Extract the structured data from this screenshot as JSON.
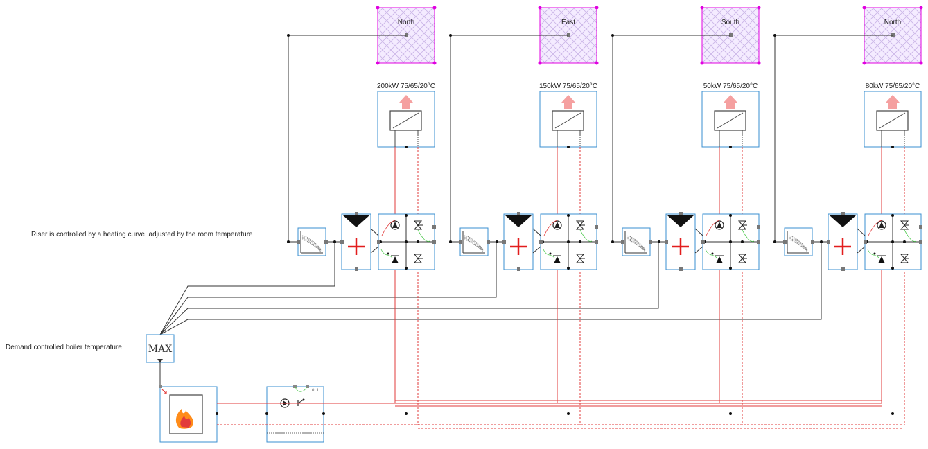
{
  "annotations": {
    "riser_note": "Riser is controlled by a heating curve, adjusted by the room temperature",
    "boiler_note": "Demand controlled boiler temperature"
  },
  "max_block": {
    "label": "MAX"
  },
  "circuit_valve": {
    "value_label": "0..1"
  },
  "zones": [
    {
      "room": "North",
      "heater": "200kW 75/65/20°C"
    },
    {
      "room": "East",
      "heater": "150kW 75/65/20°C"
    },
    {
      "room": "South",
      "heater": "50kW 75/65/20°C"
    },
    {
      "room": "North",
      "heater": "80kW 75/65/20°C"
    }
  ],
  "colors": {
    "block_border": "#3a8fd0",
    "room_border": "#e000e0",
    "room_fill": "#f3e6ff",
    "supply_line": "#e23b3b",
    "return_line": "#e23b3b",
    "signal_line": "#333333",
    "control_line": "#55cc55",
    "arrow": "#f5a0a0"
  }
}
